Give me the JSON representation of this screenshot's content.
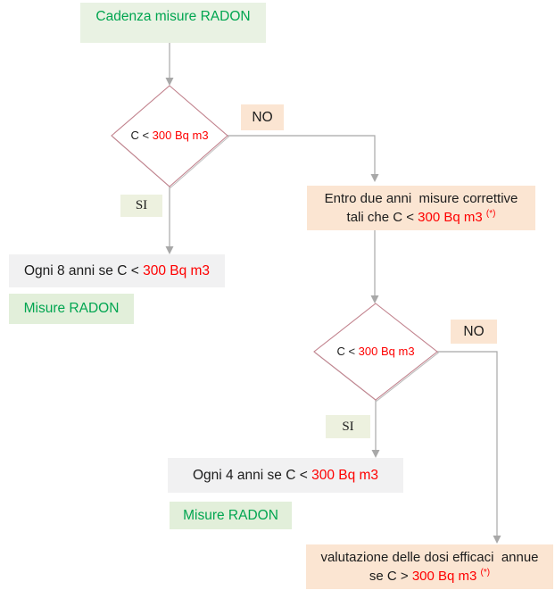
{
  "title": "Cadenza misure RADON flowchart",
  "colors": {
    "canvas-bg": "#ffffff",
    "green-text": "#00a550",
    "start-bg": "#e9f2e3",
    "misure-bg": "#e2efda",
    "si-bg": "#edf1df",
    "peach-bg": "#fbe5d2",
    "gray-bg": "#f1f1f2",
    "red-text": "#fe0000",
    "line-gray": "#a8a8a8",
    "diamond-border": "#c2838e",
    "diamond-shadow": "#bdbdbd",
    "text-black": "#1c1c1c"
  },
  "nodes": {
    "start": {
      "label": "Cadenza misure RADON"
    },
    "decision1": {
      "prefix": "C < ",
      "value": "300 Bq m3"
    },
    "no1": {
      "label": "NO"
    },
    "si1": {
      "label": "SI"
    },
    "corrective": {
      "line1": "Entro due anni  misure correttive",
      "line2_prefix": "tali che C < ",
      "line2_value": "300 Bq m3 ",
      "line2_sup": "(*)"
    },
    "every8": {
      "prefix": "Ogni 8 anni se C < ",
      "value": "300 Bq m3"
    },
    "misure1": {
      "label": "Misure RADON"
    },
    "decision2": {
      "prefix": "C < ",
      "value": "300 Bq m3"
    },
    "no2": {
      "label": "NO"
    },
    "si2": {
      "label": "SI"
    },
    "every4": {
      "prefix": "Ogni 4 anni se C < ",
      "value": "300 Bq m3"
    },
    "misure2": {
      "label": "Misure RADON"
    },
    "evaluation": {
      "line1": "valutazione delle dosi efficaci  annue",
      "line2_prefix": "se C > ",
      "line2_value": "300 Bq m3 ",
      "line2_sup": "(*)"
    }
  }
}
